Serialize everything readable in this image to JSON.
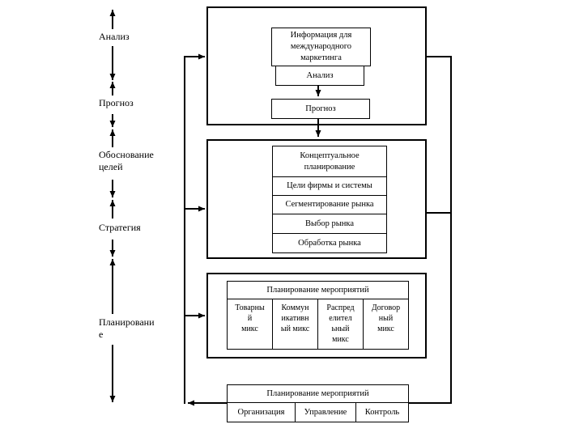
{
  "colors": {
    "line": "#000000",
    "background": "#ffffff",
    "text": "#000000"
  },
  "diagram": {
    "left_labels": [
      {
        "label": "Анализ"
      },
      {
        "label": "Прогноз"
      },
      {
        "label": "Обоснование\nцелей"
      },
      {
        "label": "Стратегия"
      },
      {
        "label": "Планировани\nе"
      }
    ],
    "section1": {
      "info_box": "Информация для\nмеждународного\nмаркетинга",
      "analysis_box": "Анализ",
      "forecast_box": "Прогноз"
    },
    "section2": {
      "rows": [
        "Концептуальное\nпланирование",
        "Цели фирмы и системы",
        "Сегментирование рынка",
        "Выбор рынка",
        "Обработка рынка"
      ]
    },
    "section3": {
      "header": "Планирование мероприятий",
      "columns": [
        "Товарны\nй\nмикс",
        "Коммун\nикативн\nый микс",
        "Распред\nелител\nьный\nмикс",
        "Договор\nный\nмикс"
      ]
    },
    "section4": {
      "header": "Планирование мероприятий",
      "cells": [
        "Организация",
        "Управление",
        "Контроль"
      ]
    }
  }
}
